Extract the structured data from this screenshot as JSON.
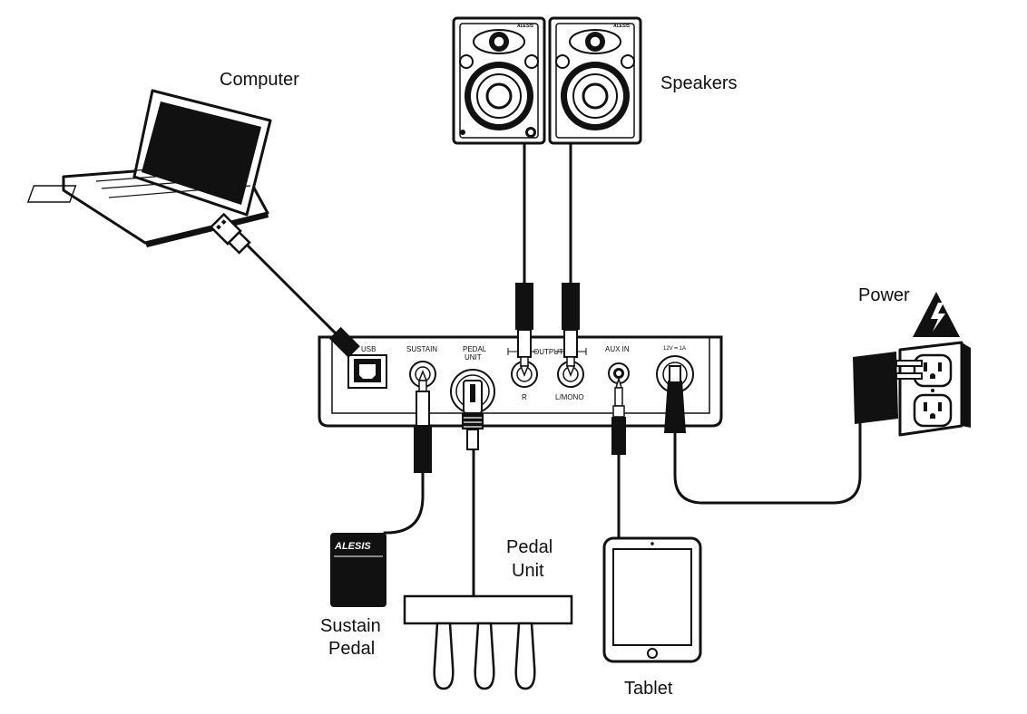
{
  "labels": {
    "computer": "Computer",
    "speakers": "Speakers",
    "power": "Power",
    "pedal_unit_line1": "Pedal",
    "pedal_unit_line2": "Unit",
    "sustain_pedal_line1": "Sustain",
    "sustain_pedal_line2": "Pedal",
    "tablet": "Tablet"
  },
  "panel": {
    "usb": "USB",
    "sustain": "SUSTAIN",
    "pedal_unit_line1": "PEDAL",
    "pedal_unit_line2": "UNIT",
    "outputs": "OUTPUTS",
    "output_r": "R",
    "output_l": "L/MONO",
    "aux_in": "AUX IN",
    "power_spec": "12V ━ 1A"
  },
  "brand": {
    "sustain_logo": "ALESIS",
    "speaker_logo": "ALESIS"
  }
}
